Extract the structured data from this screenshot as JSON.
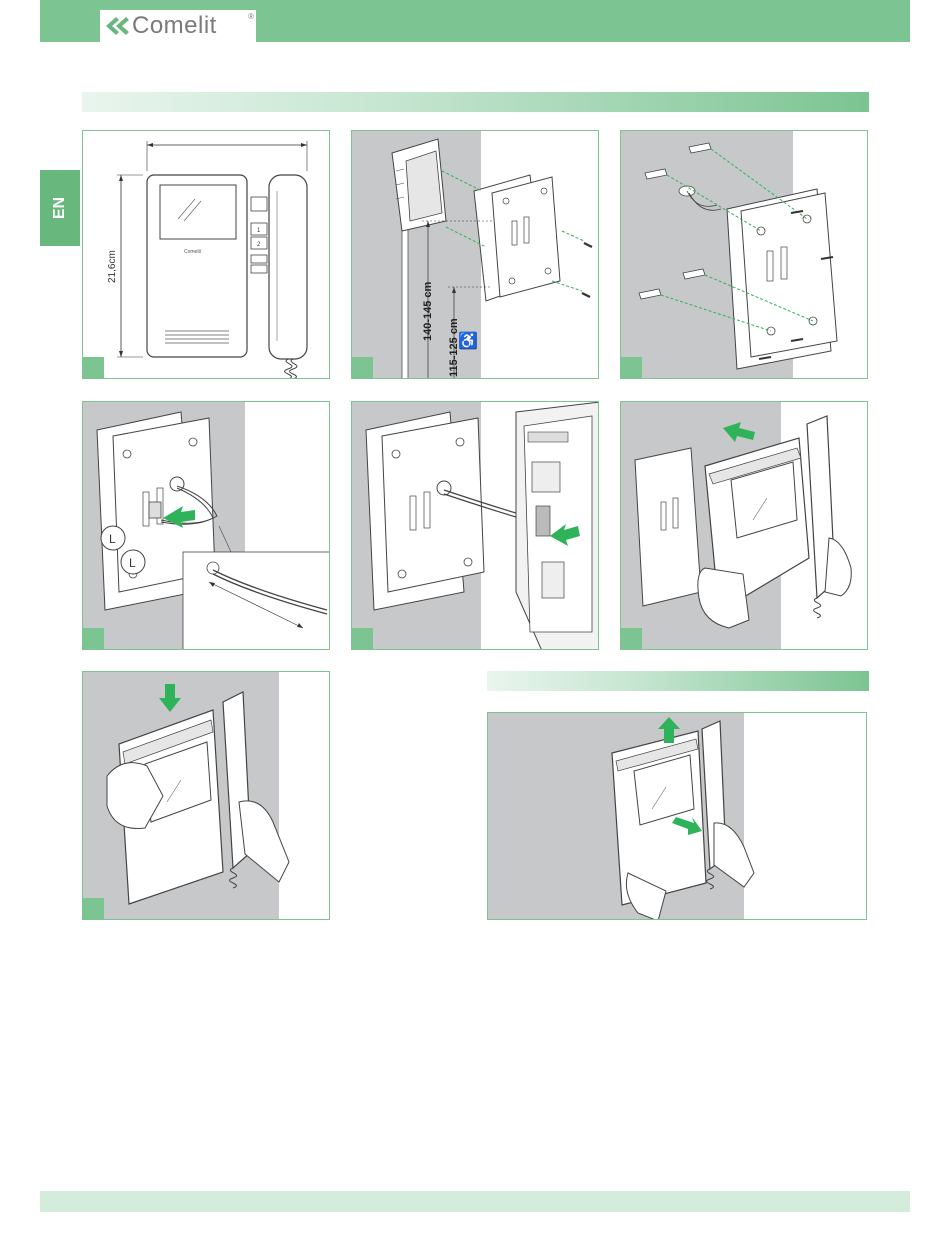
{
  "brand": {
    "logo_text": "Comelit",
    "reg_mark": "®"
  },
  "language_tab": "EN",
  "panels": {
    "p1": {
      "dimension_height": "21,6cm"
    },
    "p2": {
      "height_standard": "140-145 cm",
      "height_accessible": "115-125 cm",
      "accessibility_symbol": "♿"
    },
    "p4": {
      "terminal_label_1": "L",
      "terminal_label_2": "L"
    }
  },
  "device": {
    "button_1": "1",
    "button_2": "2",
    "screen_logo": "Comelit"
  },
  "colors": {
    "brand_green": "#7cc492",
    "arrow_green": "#2fb35a",
    "panel_gray": "#c6c8ca"
  }
}
